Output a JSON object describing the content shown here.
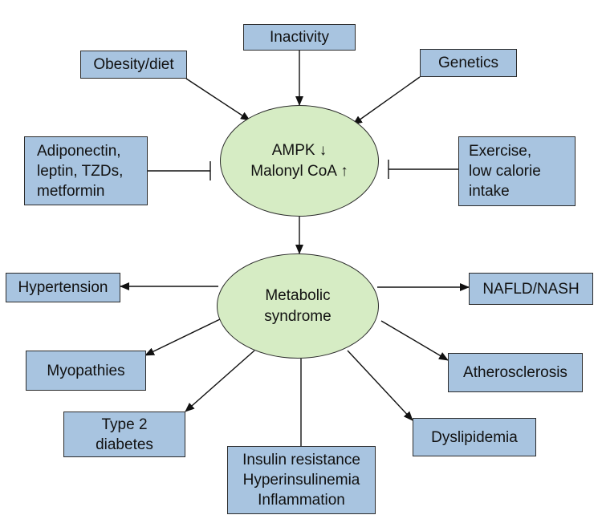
{
  "center_top": {
    "line1": "AMPK ↓",
    "line2": "Malonyl CoA ↑"
  },
  "center_bottom": {
    "line1": "Metabolic",
    "line2": "syndrome"
  },
  "inputs": {
    "inactivity": "Inactivity",
    "obesity": "Obesity/diet",
    "genetics": "Genetics",
    "adiponectin": "Adiponectin,\nleptin, TZDs,\nmetformin",
    "exercise": "Exercise,\nlow calorie\nintake"
  },
  "outcomes": {
    "hypertension": "Hypertension",
    "nafld": "NAFLD/NASH",
    "myopathies": "Myopathies",
    "atherosclerosis": "Atherosclerosis",
    "diabetes": "Type 2\ndiabetes",
    "dyslipidemia": "Dyslipidemia",
    "insulin": "Insulin resistance\nHyperinsulinemia\nInflammation"
  }
}
